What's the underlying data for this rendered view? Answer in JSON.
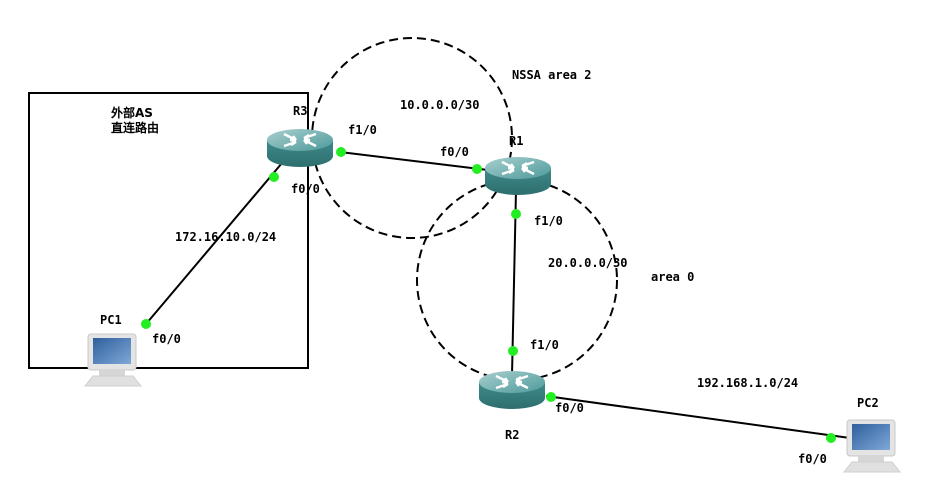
{
  "external_box": {
    "line1": "外部AS",
    "line2": "直连路由"
  },
  "areas": {
    "nssa": "NSSA area 2",
    "backbone": "area 0"
  },
  "subnets": {
    "r3_r1": "10.0.0.0/30",
    "r1_r2": "20.0.0.0/30",
    "pc1_r3": "172.16.10.0/24",
    "r2_pc2": "192.168.1.0/24"
  },
  "devices": {
    "r1": "R1",
    "r2": "R2",
    "r3": "R3",
    "pc1": "PC1",
    "pc2": "PC2"
  },
  "interfaces": {
    "r3_f1": "f1/0",
    "r3_f0": "f0/0",
    "r1_f0": "f0/0",
    "r1_f1": "f1/0",
    "r2_f1": "f1/0",
    "r2_f0": "f0/0",
    "pc1_f0": "f0/0",
    "pc2_f0": "f0/0"
  },
  "colors": {
    "router": "#3f8c8c",
    "link_up": "#22ee22",
    "link": "#000000"
  }
}
